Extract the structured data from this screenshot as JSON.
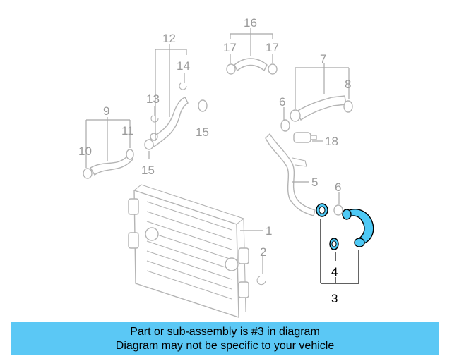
{
  "highlight_color": "#4ec9f5",
  "banner": {
    "line1": "Part or sub-assembly is #3 in diagram",
    "line2": "Diagram may not be specific to your vehicle",
    "color": "#5bc8f5"
  },
  "callouts": {
    "c1": "1",
    "c2": "2",
    "c3": "3",
    "c4": "4",
    "c5": "5",
    "c6a": "6",
    "c6b": "6",
    "c7": "7",
    "c8": "8",
    "c9": "9",
    "c10": "10",
    "c11": "11",
    "c12": "12",
    "c13": "13",
    "c14": "14",
    "c15a": "15",
    "c15b": "15",
    "c16": "16",
    "c17a": "17",
    "c17b": "17",
    "c18": "18"
  }
}
